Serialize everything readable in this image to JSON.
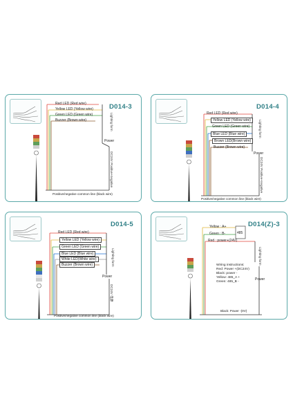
{
  "panels": [
    {
      "title": "D014-3",
      "labels": [
        "Red LED (Red wire)",
        "Yellow LED (Yellow wire)",
        "Green LED (Green wire)",
        "Buzzer (Brown wire)"
      ],
      "vertical_right": "Lighting form",
      "power": "Power",
      "vertical_power": "DC24V Positive+negative",
      "bottom": "Positive/negative common line (black wire)"
    },
    {
      "title": "D014-4",
      "labels": [
        "Red LED (Red wire)",
        "Yellow LED (Yellow wire)",
        "Green LED (Green wire)",
        "Blue LED (Blue wire)",
        "Brown LED(Brown wire)",
        "Buzzer (Brown wire)"
      ],
      "vertical_right": "Lighting form",
      "power": "Power",
      "vertical_power": "DC24V Positive+negative",
      "bottom": "Positive/negative common line (black wire)"
    },
    {
      "title": "D014-5",
      "labels": [
        "Red LED (Red wire)",
        "Yellow LED (Yellow wire)",
        "Green LED (Green wire)",
        "Blue LED (Blue wire)",
        "White LED(White wire)",
        "Buzzer (Brown wire)"
      ],
      "vertical_right": "Lighting form",
      "power": "Power",
      "vertical_power": "DC24V 电源",
      "bottom": "Positive/negative common line (black wire)"
    },
    {
      "title": "D014(Z)-3",
      "labels": [
        "Yellow : A+",
        "Green : B-",
        "Red : power+(24V)"
      ],
      "chip": "485",
      "vertical_right": "Lighting form",
      "power": "Power",
      "notes": "Wiring instructions:\nRed: Power +(DC24V)\nBlack: power -\nYellow: 485_A +\nGreen: 485_B -",
      "bottom": "Black: Power -(0V)"
    }
  ],
  "colors": {
    "accent": "#2f7f86",
    "border": "#5aa8a8"
  }
}
